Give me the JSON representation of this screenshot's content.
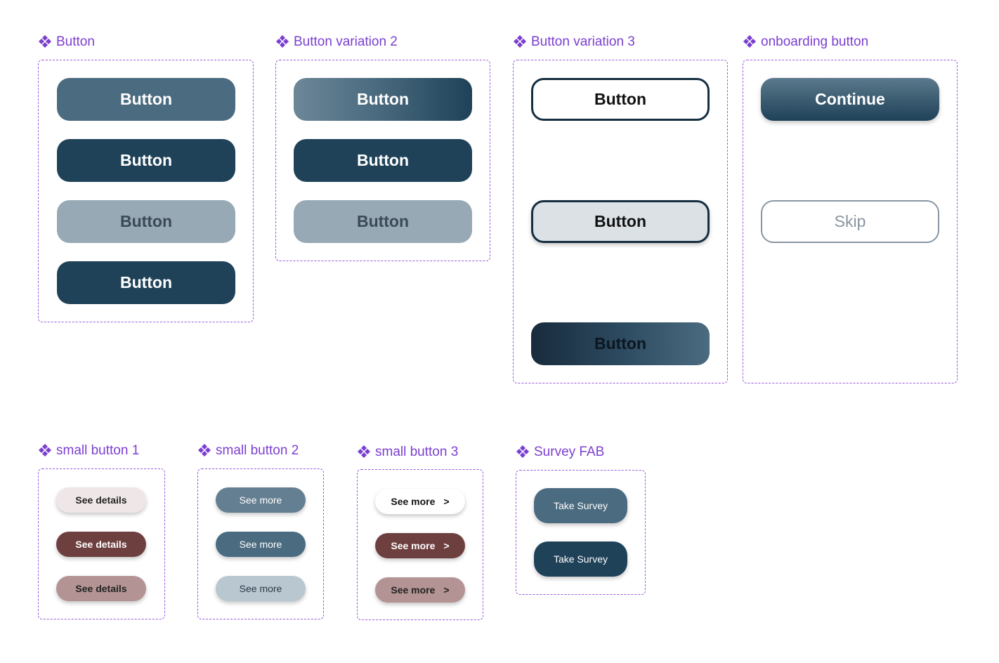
{
  "sections": {
    "button": {
      "title": "Button",
      "buttons": [
        "Button",
        "Button",
        "Button",
        "Button"
      ]
    },
    "button_variation_2": {
      "title": "Button variation 2",
      "buttons": [
        "Button",
        "Button",
        "Button"
      ]
    },
    "button_variation_3": {
      "title": "Button variation 3",
      "buttons": [
        "Button",
        "Button",
        "Button"
      ]
    },
    "onboarding_button": {
      "title": "onboarding button",
      "buttons": [
        "Continue",
        "Skip"
      ]
    },
    "small_button_1": {
      "title": "small button 1",
      "buttons": [
        "See details",
        "See details",
        "See details"
      ]
    },
    "small_button_2": {
      "title": "small button 2",
      "buttons": [
        "See more",
        "See more",
        "See more"
      ]
    },
    "small_button_3": {
      "title": "small button 3",
      "buttons": [
        "See more",
        "See more",
        "See more"
      ],
      "chevron": ">"
    },
    "survey_fab": {
      "title": "Survey FAB",
      "buttons": [
        "Take Survey",
        "Take Survey"
      ]
    }
  },
  "colors": {
    "label": "#7b3fd0",
    "frame_border": "#9b59e0",
    "primary_slate": "#4b6b80",
    "primary_navy": "#1f4259",
    "disabled_slate": "#97a9b5",
    "brown": "#6e3f3f",
    "rose": "#b39393",
    "blush": "#efe7e7"
  },
  "icons": {
    "component": "component-diamond-icon",
    "chevron": "chevron-right-icon"
  }
}
